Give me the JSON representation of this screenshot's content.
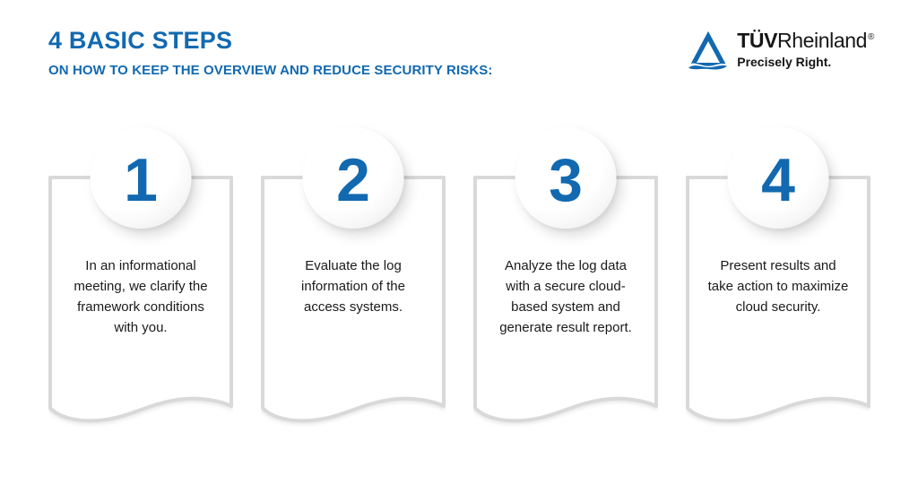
{
  "header": {
    "title": "4 BASIC STEPS",
    "subtitle": "ON HOW TO KEEP THE OVERVIEW AND REDUCE SECURITY RISKS:"
  },
  "logo": {
    "icon": "tuv-triangle-icon",
    "brand_bold": "TÜV",
    "brand_regular": "Rheinland",
    "registered_mark": "®",
    "tagline": "Precisely Right."
  },
  "steps": [
    {
      "number": "1",
      "lines": [
        "In an informational",
        "meeting, we clarify the",
        "framework conditions",
        "with you."
      ]
    },
    {
      "number": "2",
      "lines": [
        "Evaluate the log",
        "information of the",
        "access systems."
      ]
    },
    {
      "number": "3",
      "lines": [
        "Analyze the log data",
        "with a secure cloud-",
        "based system and",
        "generate result report."
      ]
    },
    {
      "number": "4",
      "lines": [
        "Present results and",
        "take action to maximize",
        "cloud security."
      ]
    }
  ],
  "colors": {
    "brand_blue": "#1269b0",
    "card_border": "#d9d9d9",
    "body_text": "#1a1a1a",
    "logo_text": "#161616"
  }
}
